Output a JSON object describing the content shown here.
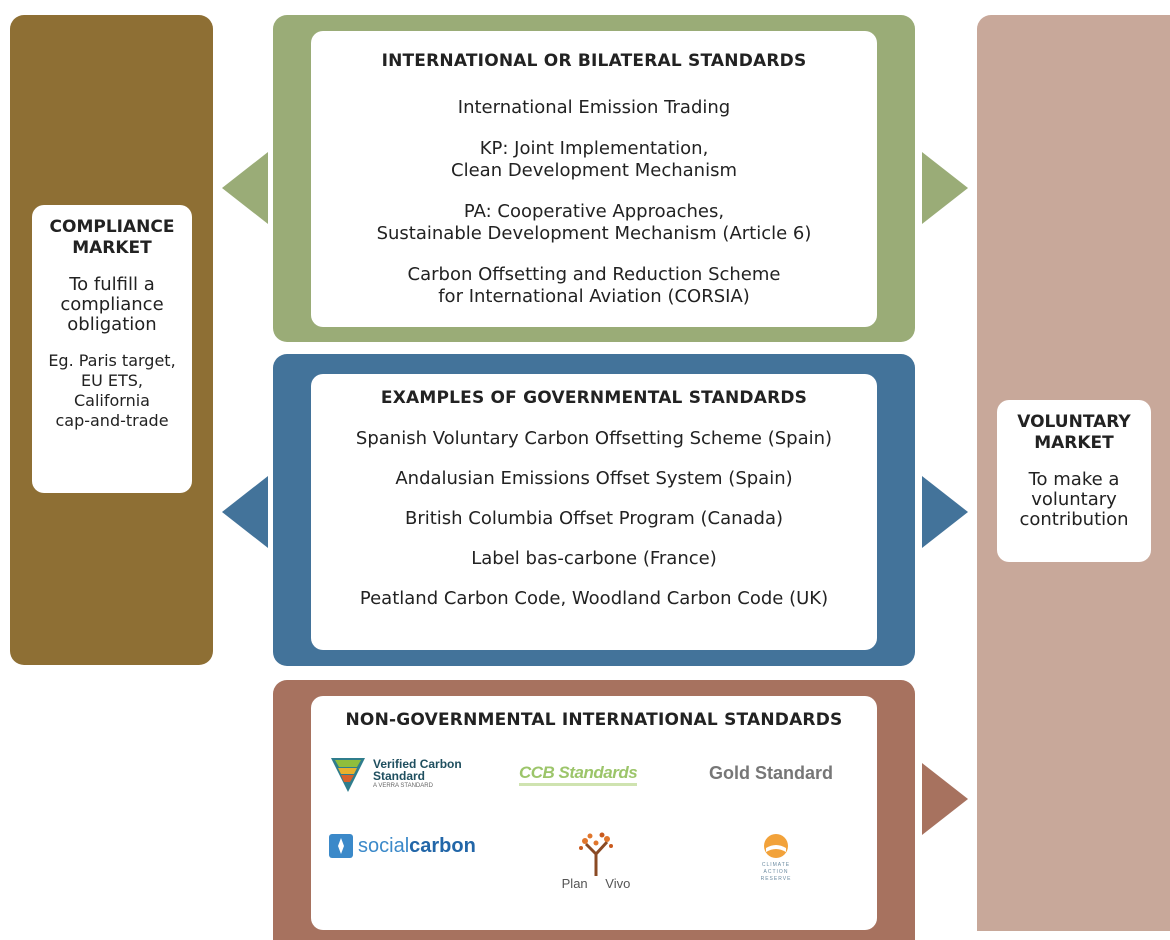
{
  "compliance": {
    "title_line1": "COMPLIANCE",
    "title_line2": "MARKET",
    "purpose_lines": [
      "To fulfill a",
      "compliance",
      "obligation"
    ],
    "note_lines": [
      "Eg. Paris target,",
      "EU ETS,",
      "California",
      "cap-and-trade"
    ]
  },
  "voluntary": {
    "title_line1": "VOLUNTARY",
    "title_line2": "MARKET",
    "purpose_lines": [
      "To make a",
      "voluntary",
      "contribution"
    ]
  },
  "international": {
    "heading": "INTERNATIONAL OR BILATERAL STANDARDS",
    "items": [
      {
        "l1": "International Emission Trading",
        "l2": ""
      },
      {
        "l1": "KP: Joint Implementation,",
        "l2": "Clean Development Mechanism"
      },
      {
        "l1": "PA: Cooperative Approaches,",
        "l2": "Sustainable Development Mechanism (Article 6)"
      },
      {
        "l1": "Carbon Offsetting and Reduction Scheme",
        "l2": "for International Aviation (CORSIA)"
      }
    ]
  },
  "governmental": {
    "heading": "EXAMPLES OF GOVERNMENTAL STANDARDS",
    "items": [
      "Spanish Voluntary Carbon Offsetting Scheme (Spain)",
      "Andalusian Emissions Offset System (Spain)",
      "British Columbia Offset Program (Canada)",
      "Label bas-carbone (France)",
      "Peatland Carbon Code, Woodland Carbon Code (UK)"
    ]
  },
  "nongovernmental": {
    "heading": "NON-GOVERNMENTAL INTERNATIONAL STANDARDS",
    "logos": {
      "vcs_l1": "Verified Carbon",
      "vcs_l2": "Standard",
      "vcs_sub": "A VERRA STANDARD",
      "ccb": "CCB Standards",
      "gold": "Gold Standard",
      "social_a": "social",
      "social_b": "carbon",
      "planvivo_a": "Plan",
      "planvivo_b": "Vivo",
      "car_l1": "CLIMATE",
      "car_l2": "ACTION",
      "car_l3": "RESERVE"
    }
  },
  "colors": {
    "compliance": "#8e6f34",
    "voluntary": "#c8a89a",
    "international": "#9aac77",
    "governmental": "#43739a",
    "nongovernmental": "#a7725f"
  }
}
